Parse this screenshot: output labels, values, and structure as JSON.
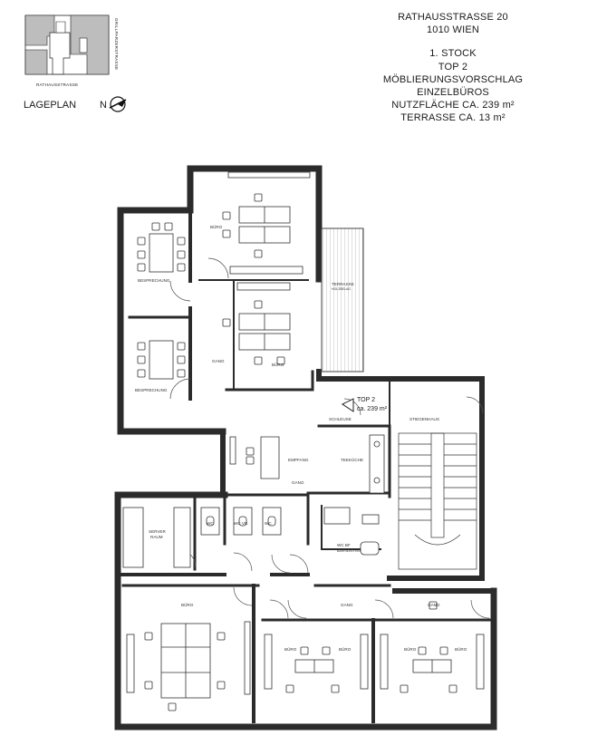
{
  "header": {
    "lines": [
      "RATHAUSSTRASSE 20",
      "1010 WIEN",
      "1. STOCK",
      "TOP 2",
      "MÖBLIERUNGSVORSCHLAG",
      "EINZELBÜROS",
      "NUTZFLÄCHE CA. 239 m²",
      "TERRASSE CA. 13 m²"
    ]
  },
  "site_plan": {
    "label": "LAGEPLAN",
    "north": "N",
    "street_bottom": "RATHAUSSTRASSE",
    "street_side": "GRILLPARZERSTRASSE"
  },
  "rooms": {
    "buero_top": "BÜRO",
    "besprechung_1": "BESPRECHUNG",
    "besprechung_2": "BESPRECHUNG",
    "gang_left": "GANG",
    "buero_mid": "BÜRO",
    "terrasse": "TERRASSE",
    "terrasse_sub": "HOLZBELAG",
    "top2": "TOP 2",
    "top2_area": "ca. 239 m²",
    "schleuse": "SCHLEUSE",
    "stiegenhaus": "STIEGENHAUS",
    "empfang": "EMPFANG",
    "teekueche": "TEEKÜCHE",
    "gang_center": "GANG",
    "server": "SERVER",
    "server_raum": "RAUM",
    "wc_1": "WC",
    "wc_damen": "WC VR.",
    "wc_2": "WC",
    "wc_bf": "WC BF",
    "wc_bf_sub": "BARRIEREFREI",
    "buero_big": "BÜRO",
    "gang_1": "GANG",
    "gang_2": "GANG",
    "buero_a": "BÜRO",
    "buero_b": "BÜRO",
    "buero_c": "BÜRO",
    "buero_d": "BÜRO"
  }
}
